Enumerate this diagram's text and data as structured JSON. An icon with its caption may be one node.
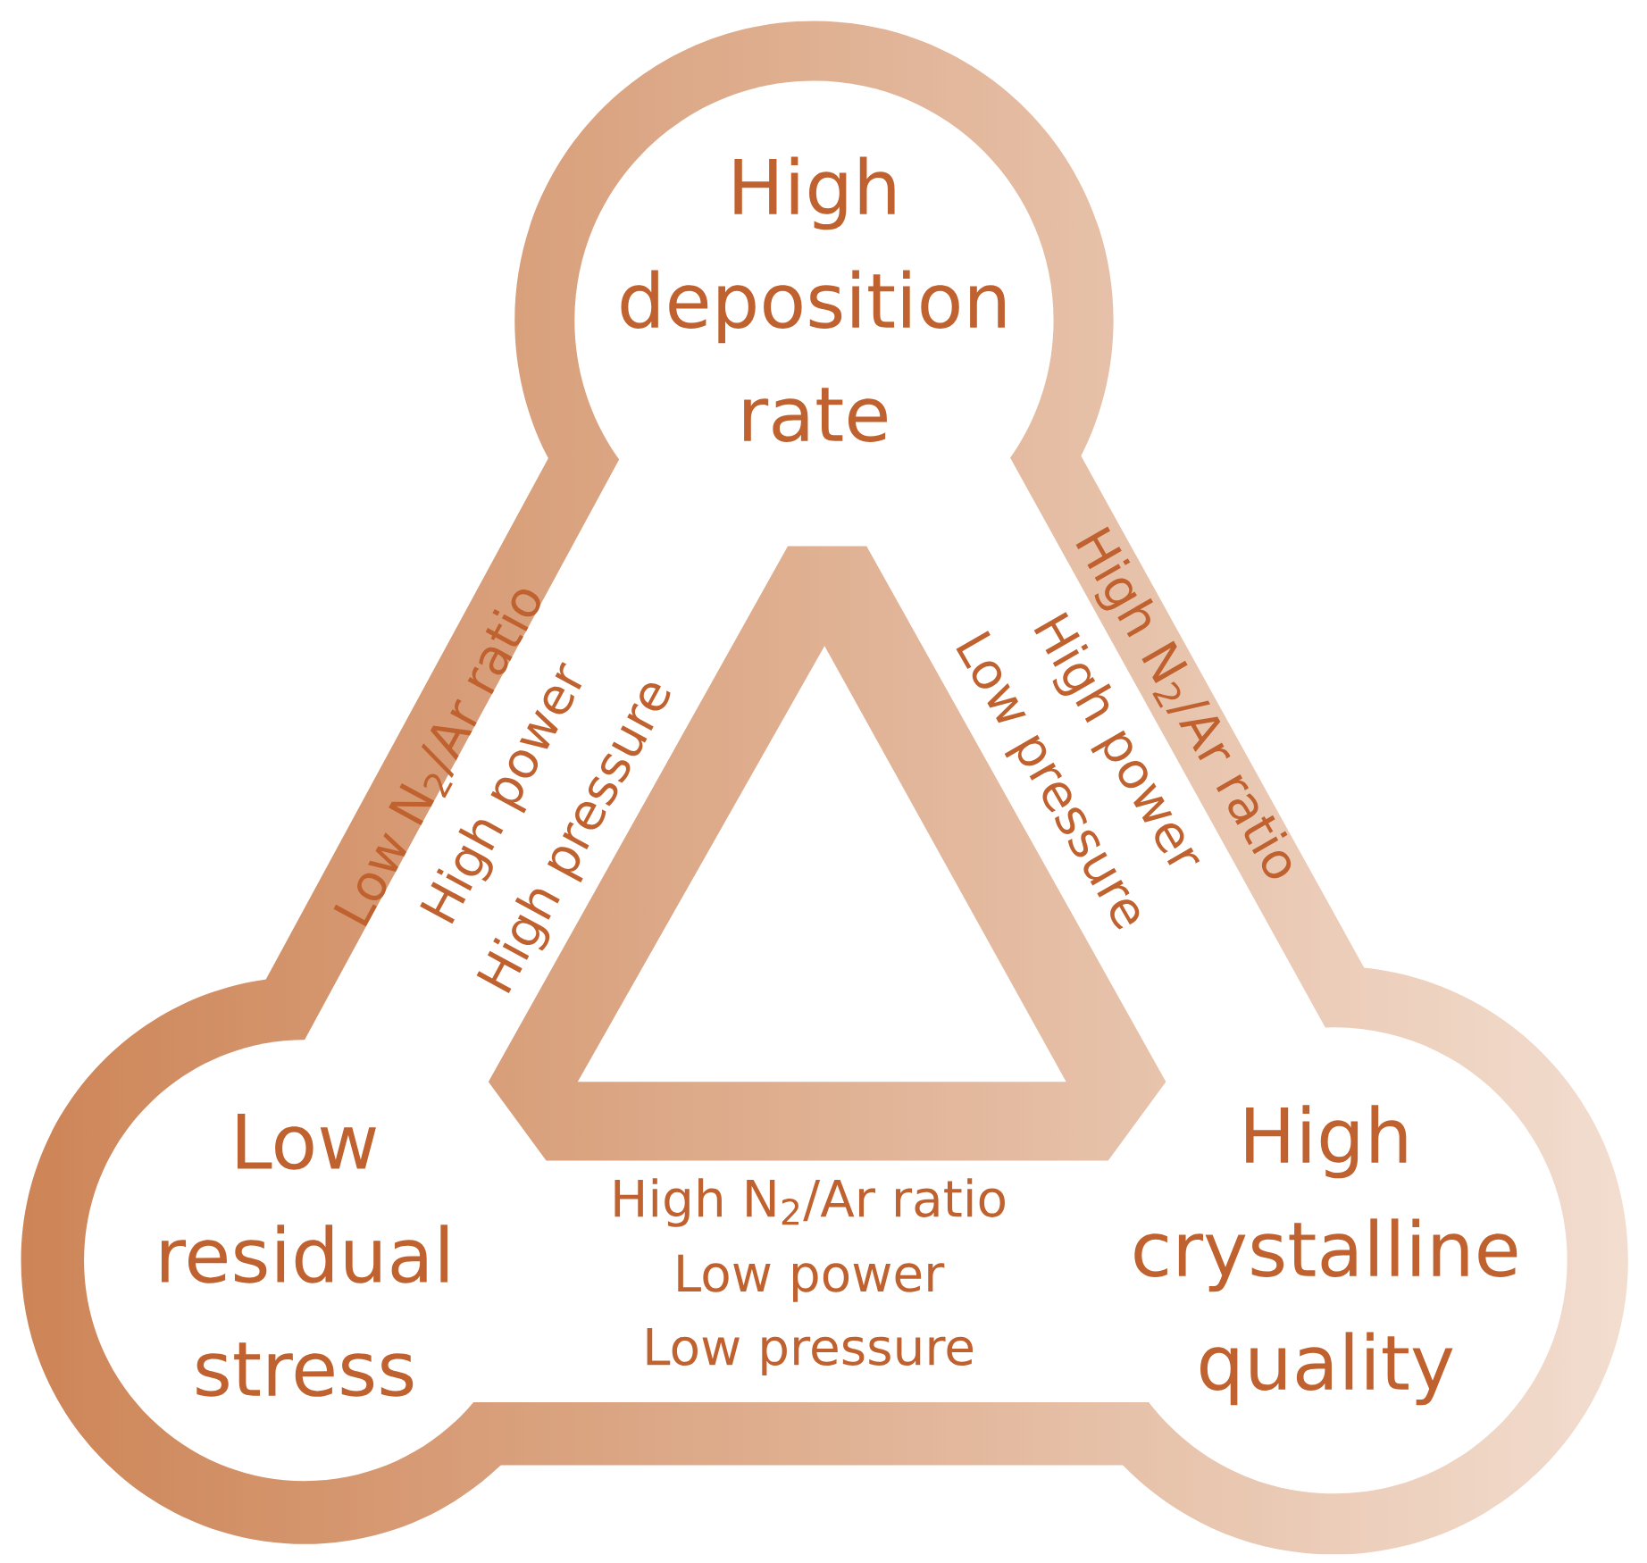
{
  "diagram": {
    "nodes": [
      {
        "text": [
          "High deposition rate"
        ]
      },
      {
        "text": [
          "Low residual stress"
        ]
      },
      {
        "text": [
          "High crystalline quality"
        ]
      }
    ],
    "labels": [
      "Low N$_{2}$/Ar ratio",
      "High power",
      "High pressure",
      "High N$_{2}$/Ar ratio",
      "High power",
      "Low pressure",
      "High N$_{2}$/Ar ratio",
      "Low power",
      "Low pressure"
    ]
  }
}
